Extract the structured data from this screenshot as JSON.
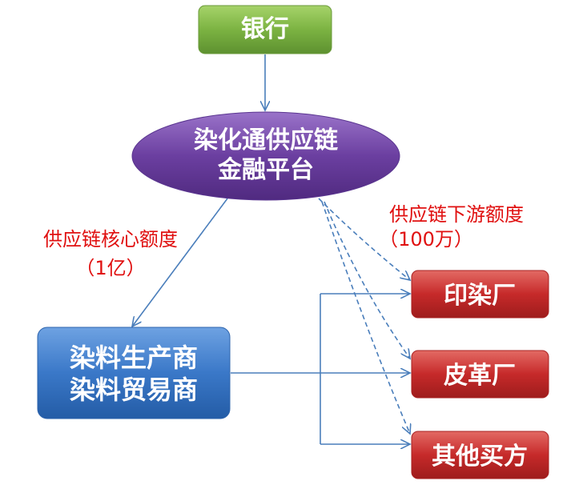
{
  "nodes": {
    "bank": {
      "label": "银行"
    },
    "platform": {
      "line1": "染化通供应链",
      "line2": "金融平台"
    },
    "producer": {
      "line1": "染料生产商",
      "line2": "染料贸易商"
    },
    "buyers": [
      {
        "label": "印染厂"
      },
      {
        "label": "皮革厂"
      },
      {
        "label": "其他买方"
      }
    ]
  },
  "annotations": {
    "core_credit": {
      "line1": "供应链核心额度",
      "line2": "（1亿）"
    },
    "downstream_credit": {
      "line1": "供应链下游额度",
      "line2": "（100万）"
    }
  },
  "colors": {
    "bank": "#7cb342",
    "platform": "#6b3fa0",
    "producer": "#3a78c8",
    "buyer": "#c62a2a",
    "arrow": "#4a7ebb",
    "annotation": "#e01010"
  }
}
